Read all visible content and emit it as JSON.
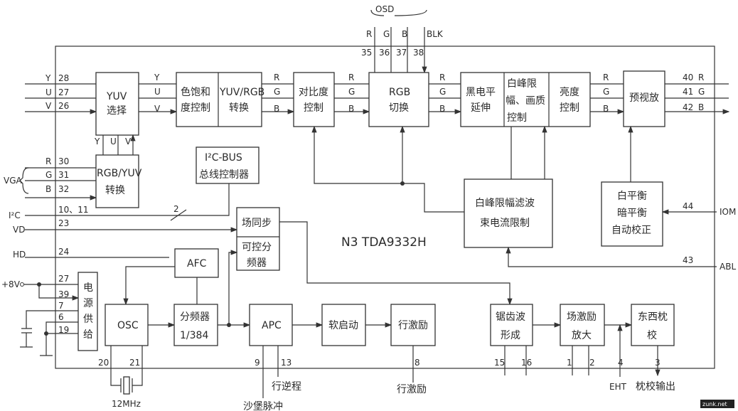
{
  "osd": {
    "title": "OSD",
    "pins": [
      "R",
      "G",
      "B",
      "BLK"
    ],
    "numbers": [
      "35",
      "36",
      "37",
      "38"
    ]
  },
  "chip_name": "N3  TDA9332H",
  "blocks": {
    "yuv_select": [
      "YUV",
      "选择"
    ],
    "saturation": [
      "色饱和",
      "度控制"
    ],
    "yuv_rgb": [
      "YUV/RGB",
      "转换"
    ],
    "contrast": [
      "对比度",
      "控制"
    ],
    "rgb_switch": [
      "RGB",
      "切换"
    ],
    "black_level": [
      "黑电平",
      "延伸"
    ],
    "white_peak": [
      "白峰限",
      "幅、画质",
      "控制"
    ],
    "brightness": [
      "亮度",
      "控制"
    ],
    "pre_amp": [
      "预视放"
    ],
    "rgb_yuv": [
      "RGB/YUV",
      "转换"
    ],
    "i2c_bus": [
      "I²C-BUS",
      "总线控制器"
    ],
    "v_sync": [
      "场同步"
    ],
    "divider_ctrl": [
      "可控分",
      "频器"
    ],
    "beam_limit": [
      "白峰限幅滤波",
      "束电流限制"
    ],
    "white_balance": [
      "白平衡",
      "暗平衡",
      "自动校正"
    ],
    "afc": [
      "AFC"
    ],
    "power": [
      "电",
      "源",
      "供",
      "给"
    ],
    "osc": [
      "OSC"
    ],
    "divider": [
      "分频器",
      "1/384"
    ],
    "apc": [
      "APC"
    ],
    "soft_start": [
      "软启动"
    ],
    "h_drive": [
      "行激励"
    ],
    "sawtooth": [
      "锯齿波",
      "形成"
    ],
    "v_drive": [
      "场激励",
      "放大"
    ],
    "ew": [
      "东西枕",
      "校"
    ]
  },
  "inputs": {
    "yuv": [
      {
        "sig": "Y",
        "pin": "28"
      },
      {
        "sig": "U",
        "pin": "27"
      },
      {
        "sig": "V",
        "pin": "26"
      }
    ],
    "vga_label": "VGA",
    "vga": [
      {
        "sig": "R",
        "pin": "30"
      },
      {
        "sig": "G",
        "pin": "31"
      },
      {
        "sig": "B",
        "pin": "32"
      }
    ],
    "i2c": {
      "sig": "I²C",
      "pin": "10、11",
      "bus_width": "2"
    },
    "vd": {
      "sig": "VD",
      "pin": "23"
    },
    "hd": {
      "sig": "HD",
      "pin": "24"
    },
    "power": {
      "sig": "+8V",
      "pins": [
        "27",
        "39",
        "7",
        "6",
        "19"
      ]
    }
  },
  "internal_labels": {
    "yuv1": [
      "Y",
      "U",
      "V"
    ],
    "yuv2": [
      "Y",
      "U",
      "V"
    ],
    "rgb": [
      "R",
      "G",
      "B"
    ]
  },
  "outputs": {
    "rgb": [
      {
        "sig": "R",
        "pin": "40"
      },
      {
        "sig": "G",
        "pin": "41"
      },
      {
        "sig": "B",
        "pin": "42"
      }
    ],
    "iom": {
      "sig": "IOM",
      "pin": "44"
    },
    "abl": {
      "sig": "ABL",
      "pin": "43"
    }
  },
  "bottom": {
    "pins": {
      "p20": "20",
      "p21": "21",
      "p9": "9",
      "p13": "13",
      "p8": "8",
      "p15": "15",
      "p16": "16",
      "p1": "1",
      "p2": "2",
      "p4": "4",
      "p3": "3"
    },
    "crystal": "12MHz",
    "sandcastle": "沙堡脉冲",
    "flyback": "行逆程",
    "h_drive_out": "行激励",
    "eht": "EHT",
    "pin_out": "枕校输出"
  },
  "watermark": "zunk.net"
}
